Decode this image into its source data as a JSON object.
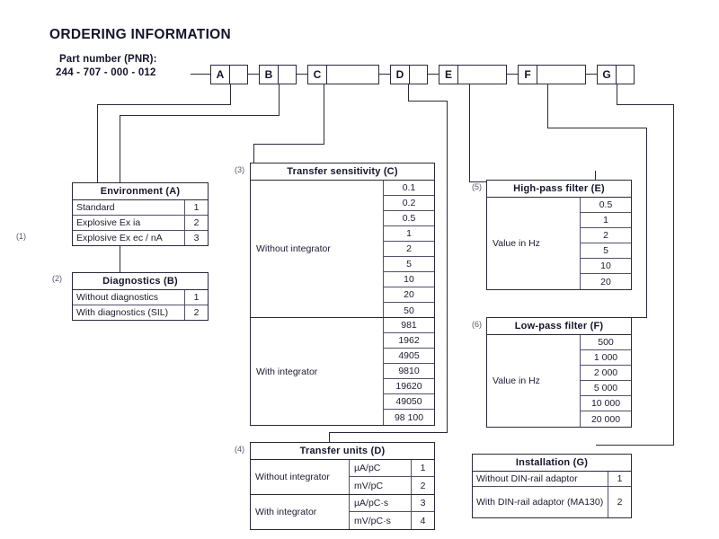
{
  "page_title": "ORDERING INFORMATION",
  "part_number": {
    "label": "Part number (PNR):",
    "value": "244 - 707 - 000 - 012",
    "codes": [
      {
        "letter": "A"
      },
      {
        "letter": "B"
      },
      {
        "letter": "C"
      },
      {
        "letter": "D"
      },
      {
        "letter": "E"
      },
      {
        "letter": "F"
      },
      {
        "letter": "G"
      }
    ]
  },
  "footnotes": {
    "f1": "(1)",
    "f2": "(2)",
    "f3": "(3)",
    "f4": "(4)",
    "f5": "(5)",
    "f6": "(6)"
  },
  "tables": {
    "environment": {
      "title": "Environment (A)",
      "rows": [
        {
          "label": "Standard",
          "code": "1"
        },
        {
          "label": "Explosive Ex ia",
          "code": "2"
        },
        {
          "label": "Explosive Ex ec / nA",
          "code": "3"
        }
      ]
    },
    "diagnostics": {
      "title": "Diagnostics (B)",
      "rows": [
        {
          "label": "Without diagnostics",
          "code": "1"
        },
        {
          "label": "With diagnostics (SIL)",
          "code": "2"
        }
      ]
    },
    "transfer_sensitivity": {
      "title": "Transfer sensitivity (C)",
      "groups": [
        {
          "label": "Without integrator",
          "values": [
            "0.1",
            "0.2",
            "0.5",
            "1",
            "2",
            "5",
            "10",
            "20",
            "50"
          ]
        },
        {
          "label": "With integrator",
          "values": [
            "981",
            "1962",
            "4905",
            "9810",
            "19620",
            "49050",
            "98 100"
          ]
        }
      ]
    },
    "transfer_units": {
      "title": "Transfer units (D)",
      "groups": [
        {
          "label": "Without integrator",
          "rows": [
            {
              "unit": "µA/pC",
              "code": "1"
            },
            {
              "unit": "mV/pC",
              "code": "2"
            }
          ]
        },
        {
          "label": "With integrator",
          "rows": [
            {
              "unit": "µA/pC·s",
              "code": "3"
            },
            {
              "unit": "mV/pC·s",
              "code": "4"
            }
          ]
        }
      ]
    },
    "high_pass": {
      "title": "High-pass filter (E)",
      "label": "Value in Hz",
      "values": [
        "0.5",
        "1",
        "2",
        "5",
        "10",
        "20"
      ]
    },
    "low_pass": {
      "title": "Low-pass filter (F)",
      "label": "Value in Hz",
      "values": [
        "500",
        "1 000",
        "2 000",
        "5 000",
        "10 000",
        "20 000"
      ]
    },
    "installation": {
      "title": "Installation (G)",
      "rows": [
        {
          "label": "Without DIN-rail adaptor",
          "code": "1"
        },
        {
          "label": "With DIN-rail adaptor (MA130)",
          "code": "2"
        }
      ]
    }
  },
  "colors": {
    "line": "#2a2a3c",
    "text": "#1a1a2e",
    "background": "#ffffff"
  }
}
